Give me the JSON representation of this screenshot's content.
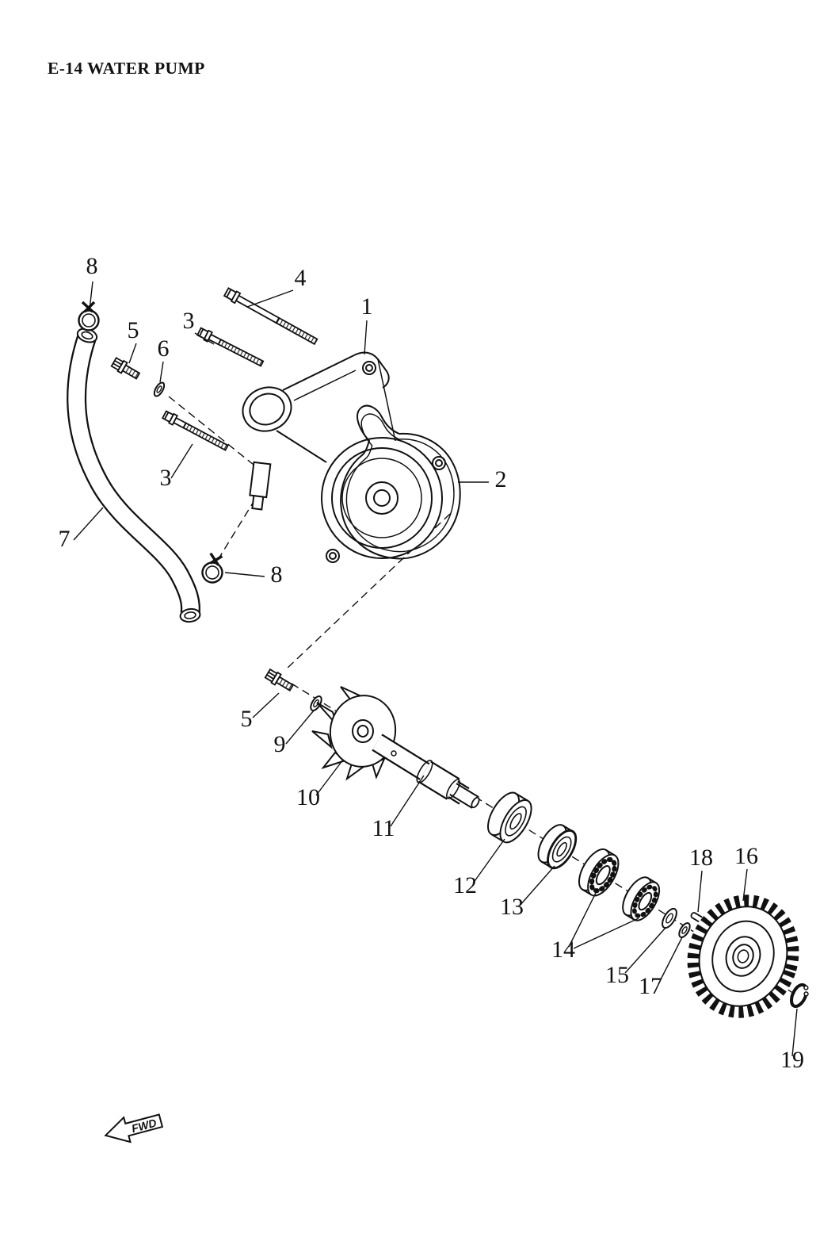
{
  "page": {
    "title": "E-14 WATER PUMP",
    "colors": {
      "ink": "#111111",
      "background": "#ffffff"
    }
  },
  "diagram": {
    "type": "exploded-parts-diagram",
    "subject": "water-pump-assembly",
    "fwd_label": "FWD",
    "callouts": [
      {
        "label": "8",
        "part": "hose-clamp"
      },
      {
        "label": "4",
        "part": "long-bolt"
      },
      {
        "label": "1",
        "part": "pump-cover"
      },
      {
        "label": "3",
        "part": "bolt"
      },
      {
        "label": "5",
        "part": "screw"
      },
      {
        "label": "6",
        "part": "washer"
      },
      {
        "label": "3",
        "part": "bolt"
      },
      {
        "label": "2",
        "part": "gasket"
      },
      {
        "label": "7",
        "part": "hose"
      },
      {
        "label": "8",
        "part": "hose-clamp"
      },
      {
        "label": "5",
        "part": "screw"
      },
      {
        "label": "9",
        "part": "washer"
      },
      {
        "label": "10",
        "part": "impeller"
      },
      {
        "label": "11",
        "part": "pump-shaft"
      },
      {
        "label": "12",
        "part": "mechanical-seal"
      },
      {
        "label": "13",
        "part": "oil-seal"
      },
      {
        "label": "14",
        "part": "bearing"
      },
      {
        "label": "15",
        "part": "washer"
      },
      {
        "label": "17",
        "part": "washer"
      },
      {
        "label": "18",
        "part": "pin"
      },
      {
        "label": "16",
        "part": "drive-gear"
      },
      {
        "label": "19",
        "part": "circlip"
      }
    ]
  }
}
